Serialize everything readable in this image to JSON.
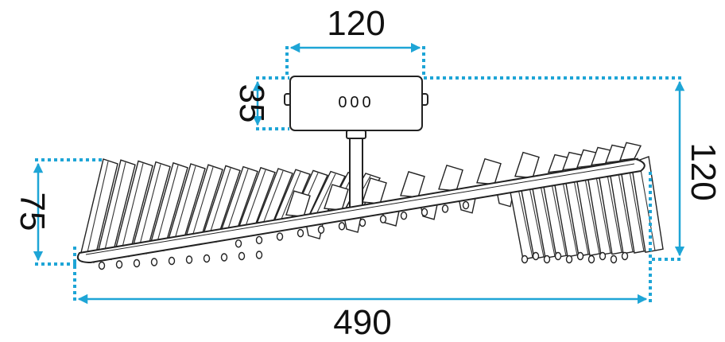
{
  "diagram": {
    "accent_color": "#1ea5d6",
    "line_color": "#222222",
    "dimensions": {
      "canopy_width": "120",
      "canopy_height": "35",
      "total_height": "120",
      "ring_height": "75",
      "total_width": "490"
    },
    "canopy_label": "000"
  }
}
